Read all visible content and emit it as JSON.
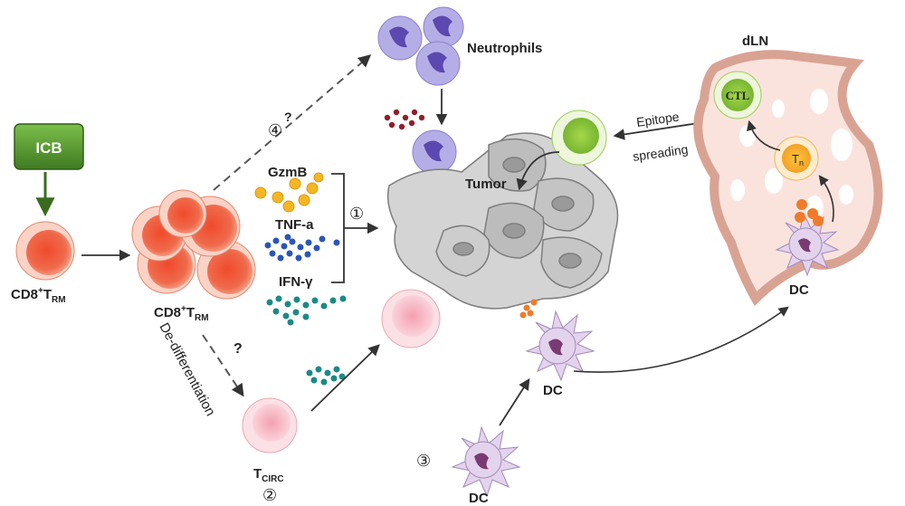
{
  "labels": {
    "icb": "ICB",
    "cd8_trm_left": "CD8",
    "cd8_trm_left_sup": "+",
    "cd8_trm_left_t": "T",
    "cd8_trm_left_sub": "RM",
    "cd8_trm_mid": "CD8",
    "cd8_trm_mid_sup": "+",
    "cd8_trm_mid_t": "T",
    "cd8_trm_mid_sub": "RM",
    "gzmb": "GzmB",
    "tnfa": "TNF-a",
    "ifng": "IFN-γ",
    "neutrophils": "Neutrophils",
    "tumor": "Tumor",
    "dln": "dLN",
    "ctl": "CTL",
    "tn": "T",
    "tn_sub": "n",
    "epitope": "Epitope",
    "spreading": "spreading",
    "dc_center": "DC",
    "dc_bottom": "DC",
    "dc_right": "DC",
    "tcirc": "T",
    "tcirc_sub": "CIRC",
    "dedifferentiation": "De-differentiation",
    "question_top": "?",
    "question_mid": "?",
    "marker_1": "①",
    "marker_2": "②",
    "marker_3": "③",
    "marker_4": "④"
  },
  "colors": {
    "icb_green": "#4e8a2c",
    "trm_red": "#ee6a4e",
    "neutrophil_purple": "#7a68c8",
    "gzmb_yellow": "#f4b623",
    "tnfa_blue": "#2a55b8",
    "ifng_teal": "#1a8a86",
    "tumor_gray": "#c9c9c9",
    "ctl_green": "#8cc63c",
    "tn_orange": "#f6a623",
    "dln_pink": "#f3c7c0",
    "dc_lilac": "#d7c6e2",
    "tcirc_pink": "#f4b8c0"
  }
}
